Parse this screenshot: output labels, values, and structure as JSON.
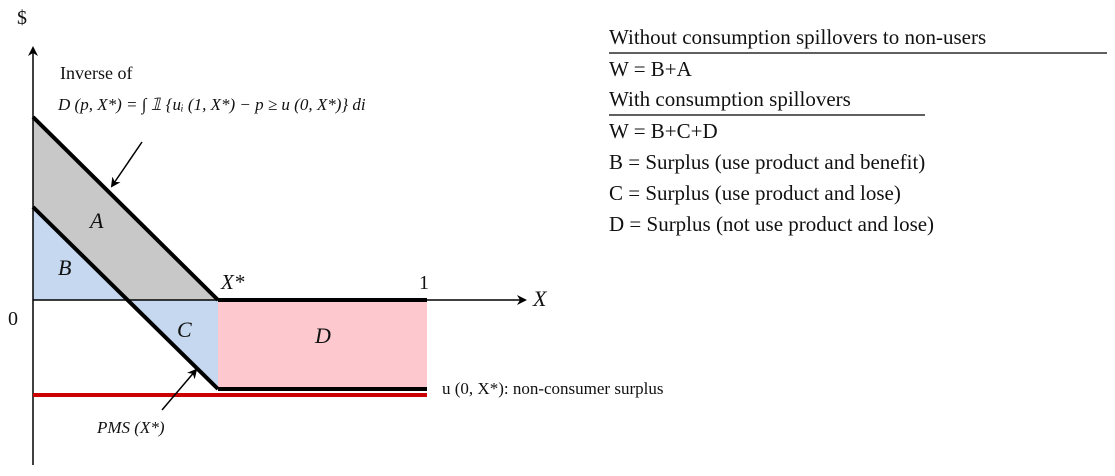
{
  "axes": {
    "y_label": "$",
    "x_label": "X",
    "origin_label": "0",
    "x_star_label": "X*",
    "one_label": "1"
  },
  "annotations": {
    "inverse_line1": "Inverse of",
    "inverse_line2": "D (p, X*) =  ∫ 𝟙 {uᵢ (1, X*) − p ≥ u (0, X*)}  di",
    "pms_label": "PMS (X*)",
    "nonconsumer_label": "u (0, X*): non-consumer surplus"
  },
  "regions": {
    "A": "A",
    "B": "B",
    "C": "C",
    "D": "D"
  },
  "legend": {
    "heading_without": "Without consumption spillovers to non-users",
    "eq_without": "W = B+A",
    "heading_with": "With consumption spillovers",
    "eq_with": "W = B+C+D",
    "def_B": "B = Surplus (use product and benefit)",
    "def_C": "C = Surplus (use product and lose)",
    "def_D": "D = Surplus (not use product and lose)"
  },
  "colors": {
    "region_A": "#c8c8c8",
    "region_B_C": "#c5d8ef",
    "region_D": "#fdc9cf",
    "nonconsumer_line": "#cc0000",
    "lines": "#000000"
  }
}
